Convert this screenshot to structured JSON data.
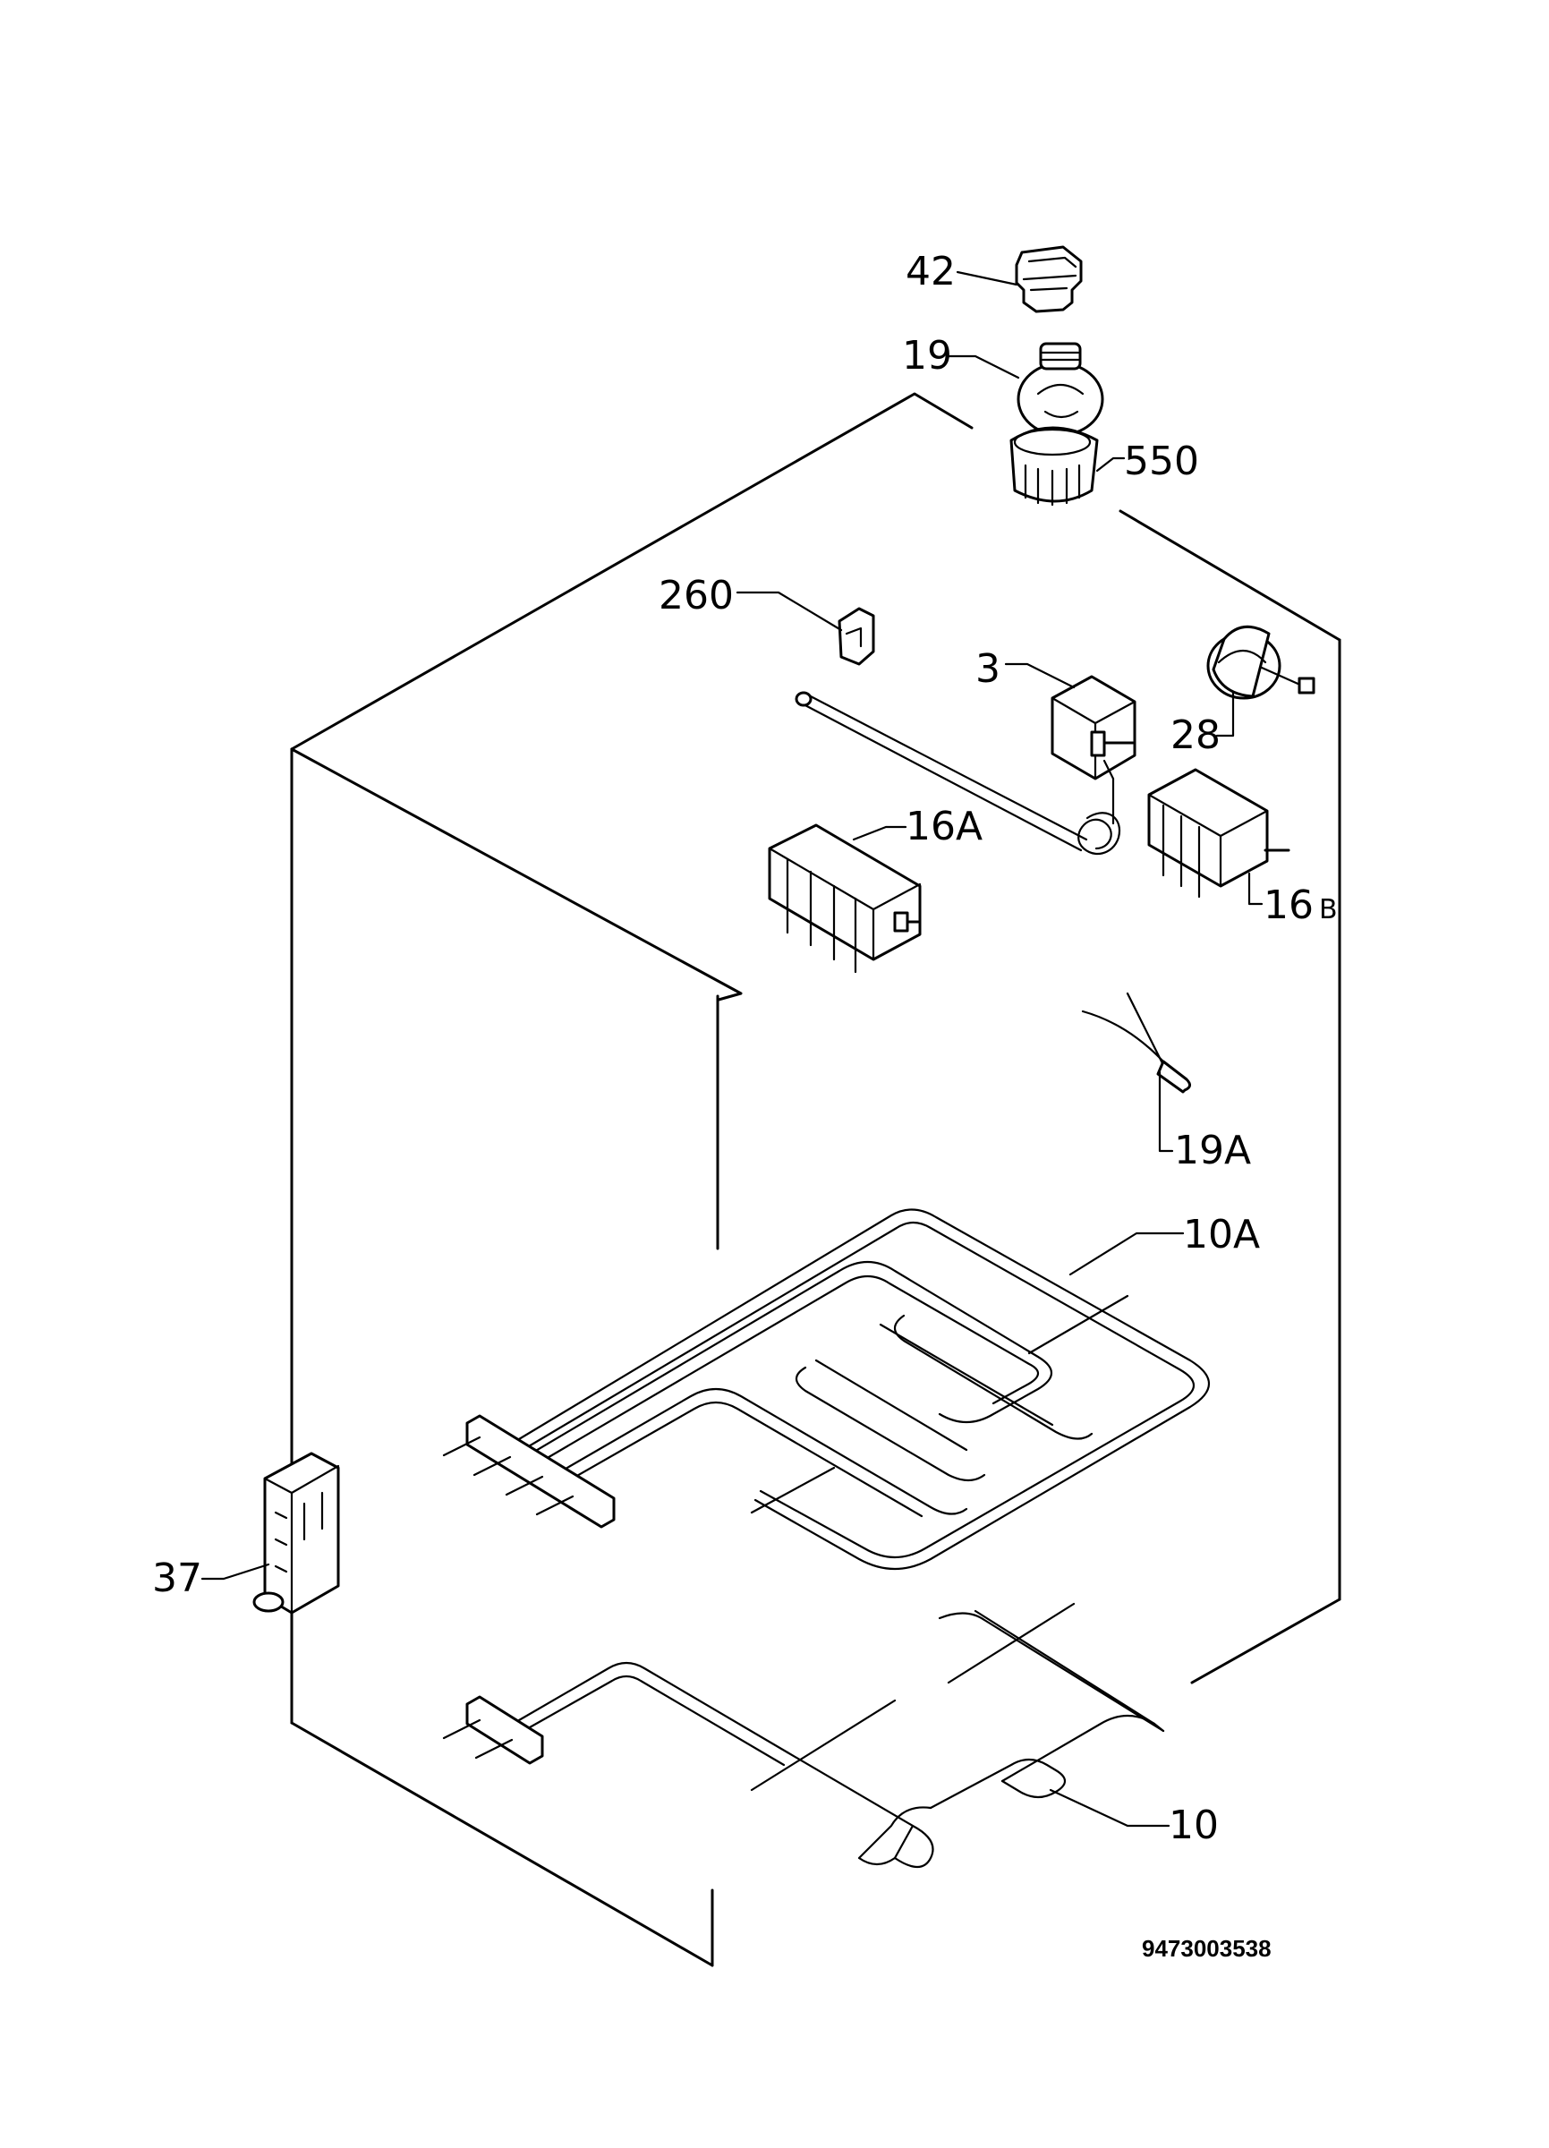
{
  "labels": {
    "p42": "42",
    "p19": "19",
    "p550": "550",
    "p260": "260",
    "p3": "3",
    "p28": "28",
    "p16a": "16A",
    "p16b": "16",
    "p16b_suffix": "B",
    "p19a": "19A",
    "p10a": "10A",
    "p37": "37",
    "p10": "10"
  },
  "drawing_number": "9473003538"
}
